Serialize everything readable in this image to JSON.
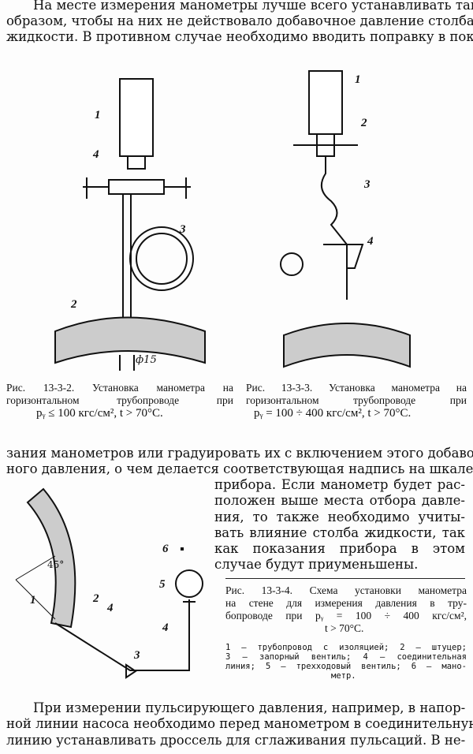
{
  "top_paragraph": [
    "На месте измерения манометры лучше всего устанавливать таким",
    "образом, чтобы на них не действовало добавочное давление столба",
    "жидкости. В противном случае необходимо вводить поправку в пока-"
  ],
  "fig1": {
    "labels": [
      "1",
      "2",
      "3",
      "4"
    ],
    "dim": "ф15",
    "caption": [
      "Рис. 13-3-2. Установка манометра на",
      "горизонтальном трубопроводе при",
      "pᵧ ≤ 100 кгс/см², t > 70°C."
    ]
  },
  "fig2": {
    "labels": [
      "1",
      "2",
      "3",
      "4"
    ],
    "caption": [
      "Рис. 13-3-3. Установка манометра на",
      "горизонтальном трубопроводе при",
      "pᵧ = 100 ÷ 400 кгс/см², t > 70°C."
    ]
  },
  "mid_paragraph": [
    "зания манометров или градуировать их с включением этого добавоч-",
    "ного давления, о чем делается соответствующая надпись на шкале",
    "прибора. Если манометр будет рас-",
    "положен выше места отбора давле-",
    "ния, то также необходимо учиты-",
    "вать влияние столба жидкости, так",
    "как показания прибора в этом",
    "случае будут приуменьшены."
  ],
  "fig3": {
    "labels": [
      "1",
      "2",
      "3",
      "4",
      "4",
      "5",
      "6"
    ],
    "angle": "45°",
    "caption": [
      "Рис. 13-3-4. Схема установки манометра",
      "на стене для измерения давления в тру-",
      "бопроводе при pᵧ = 100 ÷ 400 кгс/см²,",
      "t > 70°C."
    ],
    "legend": [
      "1 — трубопровод с изоляцией; 2 — штуцер;",
      "3 — запорный вентиль; 4 — соединительная",
      "линия; 5 — трехходовый вентиль; 6 — мано-",
      "метр."
    ]
  },
  "bottom_paragraph": [
    "При измерении пульсирующего давления, например, в напор-",
    "ной линии насоса необходимо перед манометром в соединительную",
    "линию устанавливать дроссель для сглаживания пульсаций. В не-"
  ]
}
